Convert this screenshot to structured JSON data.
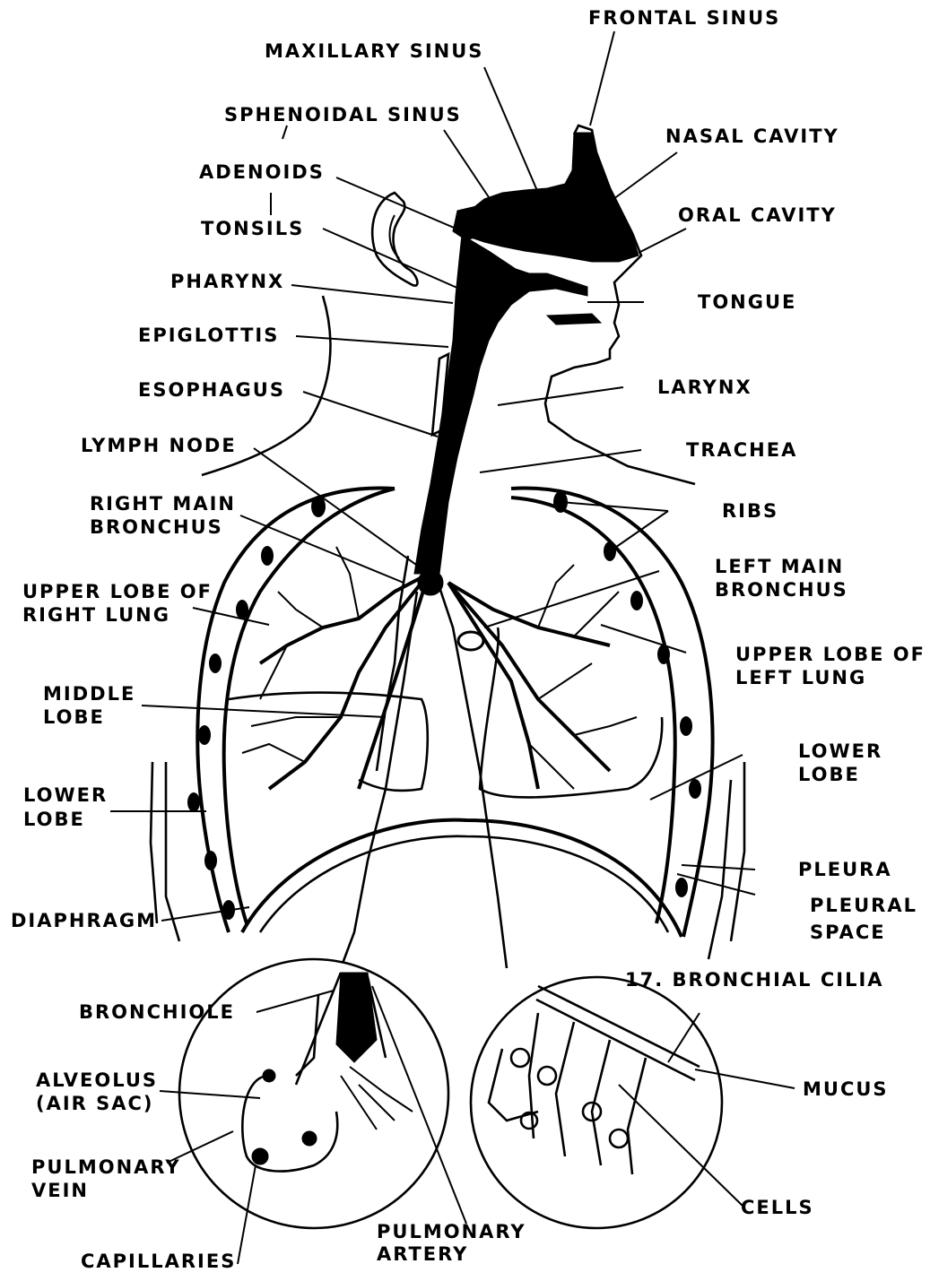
{
  "labels": {
    "frontal_sinus": "FRONTAL SINUS",
    "maxillary_sinus": "MAXILLARY SINUS",
    "sphenoidal_sinus": "SPHENOIDAL SINUS",
    "nasal_cavity": "NASAL CAVITY",
    "adenoids": "ADENOIDS",
    "oral_cavity": "ORAL CAVITY",
    "tonsils": "TONSILS",
    "pharynx": "PHARYNX",
    "tongue": "TONGUE",
    "epiglottis": "EPIGLOTTIS",
    "esophagus": "ESOPHAGUS",
    "larynx": "LARYNX",
    "lymph_node": "LYMPH NODE",
    "trachea": "TRACHEA",
    "right_main_bronchus_1": "RIGHT MAIN",
    "right_main_bronchus_2": "BRONCHUS",
    "ribs": "RIBS",
    "left_main_bronchus_1": "LEFT MAIN",
    "left_main_bronchus_2": "BRONCHUS",
    "upper_lobe_right_1": "UPPER LOBE OF",
    "upper_lobe_right_2": "RIGHT LUNG",
    "upper_lobe_left_1": "UPPER LOBE OF",
    "upper_lobe_left_2": "LEFT LUNG",
    "middle_lobe_1": "MIDDLE",
    "middle_lobe_2": "LOBE",
    "lower_lobe_left_side_1": "LOWER",
    "lower_lobe_left_side_2": "LOBE",
    "lower_lobe_right_side_1": "LOWER",
    "lower_lobe_right_side_2": "LOBE",
    "pleura": "PLEURA",
    "pleural_space_1": "PLEURAL",
    "pleural_space_2": "SPACE",
    "diaphragm": "DIAPHRAGM",
    "bronchial_cilia": "17. BRONCHIAL CILIA",
    "bronchiole": "BRONCHIOLE",
    "alveolus_1": "ALVEOLUS",
    "alveolus_2": "(AIR SAC)",
    "mucus": "MUCUS",
    "pulmonary_vein_1": "PULMONARY",
    "pulmonary_vein_2": "VEIN",
    "cells": "CELLS",
    "pulmonary_artery_1": "PULMONARY",
    "pulmonary_artery_2": "ARTERY",
    "capillaries": "CAPILLARIES"
  },
  "colors": {
    "ink": "#000000",
    "paper": "#ffffff"
  }
}
